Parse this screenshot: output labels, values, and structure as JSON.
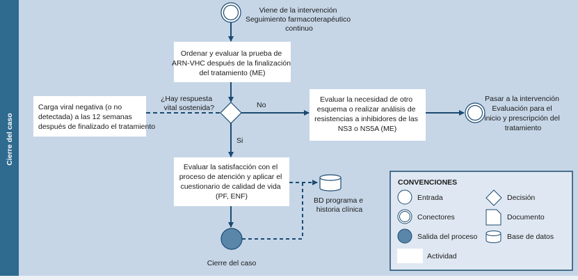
{
  "lane": {
    "label": "Cierre del caso"
  },
  "start_connector": {
    "lines": [
      "Viene de la intervención",
      "Seguimiento farmacoterapéutico",
      "continuo"
    ]
  },
  "activity_1": {
    "lines": [
      "Ordenar y evaluar la prueba de",
      "ARN-VHC después de la finalización",
      "del tratamiento (ME)"
    ]
  },
  "decision": {
    "lines": [
      "¿Hay respuesta",
      "vital sostenida?"
    ],
    "no_label": "No",
    "yes_label": "Si"
  },
  "note": {
    "lines": [
      "Carga viral negativa (o no",
      "detectada) a las 12 semanas",
      "después de finalizado el tratamiento"
    ]
  },
  "activity_no": {
    "lines": [
      "Evaluar la necesidad de otro",
      "esquema o realizar análisis de",
      "resistencias a inhibidores de las",
      "NS3 o NS5A (ME)"
    ]
  },
  "end_connector": {
    "lines": [
      "Pasar a la intervención",
      "Evaluación para el",
      "inicio y prescripción del",
      "tratamiento"
    ]
  },
  "activity_2": {
    "lines": [
      "Evaluar la satisfacción con el",
      "proceso de atención y aplicar el",
      "cuestionario de calidad de vida",
      "(PF, ENF)"
    ]
  },
  "database": {
    "lines": [
      "BD programa e",
      "historia clínica"
    ]
  },
  "exit": {
    "label": "Cierre del caso"
  },
  "legend": {
    "title": "CONVENCIONES",
    "entrada": "Entrada",
    "conectores": "Conectores",
    "salida": "Salida del proceso",
    "actividad": "Actividad",
    "decision": "Decisión",
    "documento": "Documento",
    "base_datos": "Base de datos"
  },
  "colors": {
    "lane": "#2f6a8f",
    "background": "#c6d6e7",
    "line": "#1b4a70",
    "exit_fill": "#5a86aa",
    "legend_bg": "#dfe8f2"
  }
}
